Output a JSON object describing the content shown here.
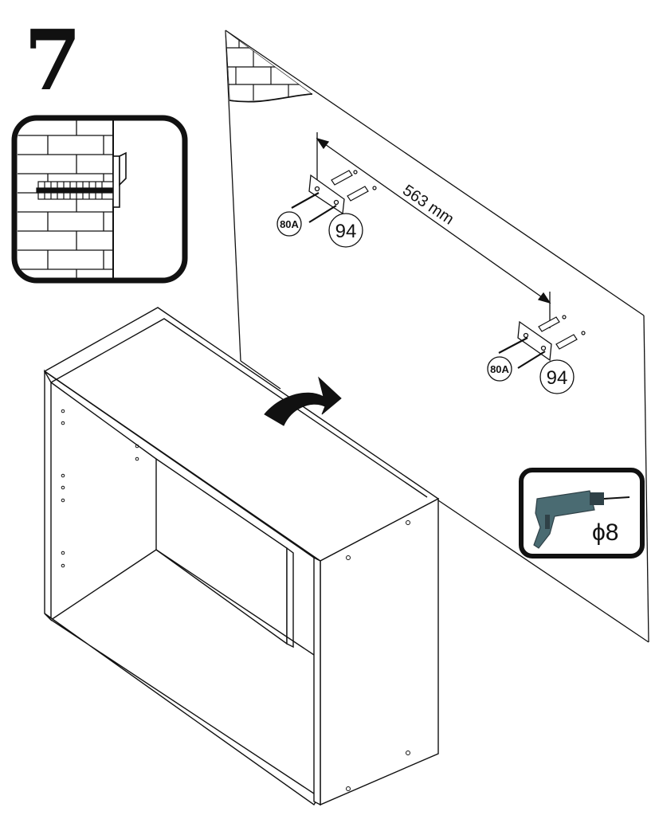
{
  "step": {
    "number": "7"
  },
  "dimension": {
    "text": "563 mm"
  },
  "parts": {
    "bracket_left": {
      "screw_code": "80A",
      "plug_code": "94"
    },
    "bracket_right": {
      "screw_code": "80A",
      "plug_code": "94"
    }
  },
  "tool": {
    "name": "drill-icon",
    "bit_size": "ϕ8"
  },
  "colors": {
    "ink": "#111111",
    "drill_body": "#4a6b72",
    "drill_grip": "#2f4147"
  },
  "icons": [
    "wall-anchor-detail",
    "cabinet-carcass",
    "rotate-arrow-icon",
    "drill-icon",
    "brick-wall-corner"
  ]
}
